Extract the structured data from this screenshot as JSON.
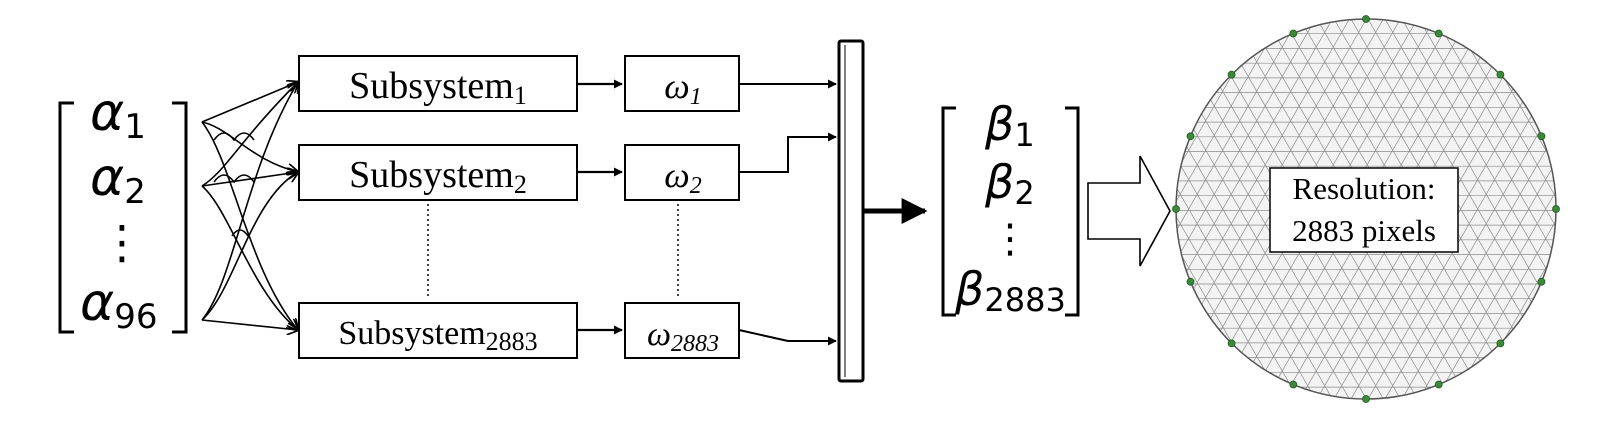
{
  "input_vector": {
    "entries": [
      {
        "symbol": "α",
        "sub": "1"
      },
      {
        "symbol": "α",
        "sub": "2"
      },
      {
        "symbol": "α",
        "sub": "96"
      }
    ],
    "ellipsis": "⋮"
  },
  "subsystems": [
    {
      "label": "Subsystem",
      "sub": "1"
    },
    {
      "label": "Subsystem",
      "sub": "2"
    },
    {
      "label": "Subsystem",
      "sub": "2883"
    }
  ],
  "weights": [
    {
      "symbol": "ω",
      "sub": "1"
    },
    {
      "symbol": "ω",
      "sub": "2"
    },
    {
      "symbol": "ω",
      "sub": "2883"
    }
  ],
  "output_vector": {
    "entries": [
      {
        "symbol": "β",
        "sub": "1"
      },
      {
        "symbol": "β",
        "sub": "2"
      },
      {
        "symbol": "β",
        "sub": "2883"
      }
    ],
    "ellipsis": "⋮"
  },
  "mesh": {
    "label_line1": "Resolution:",
    "label_line2": "2883 pixels",
    "line_color": "#8c8c8c",
    "electrode_color": "#3a8a3a",
    "electrode_count": 16
  }
}
